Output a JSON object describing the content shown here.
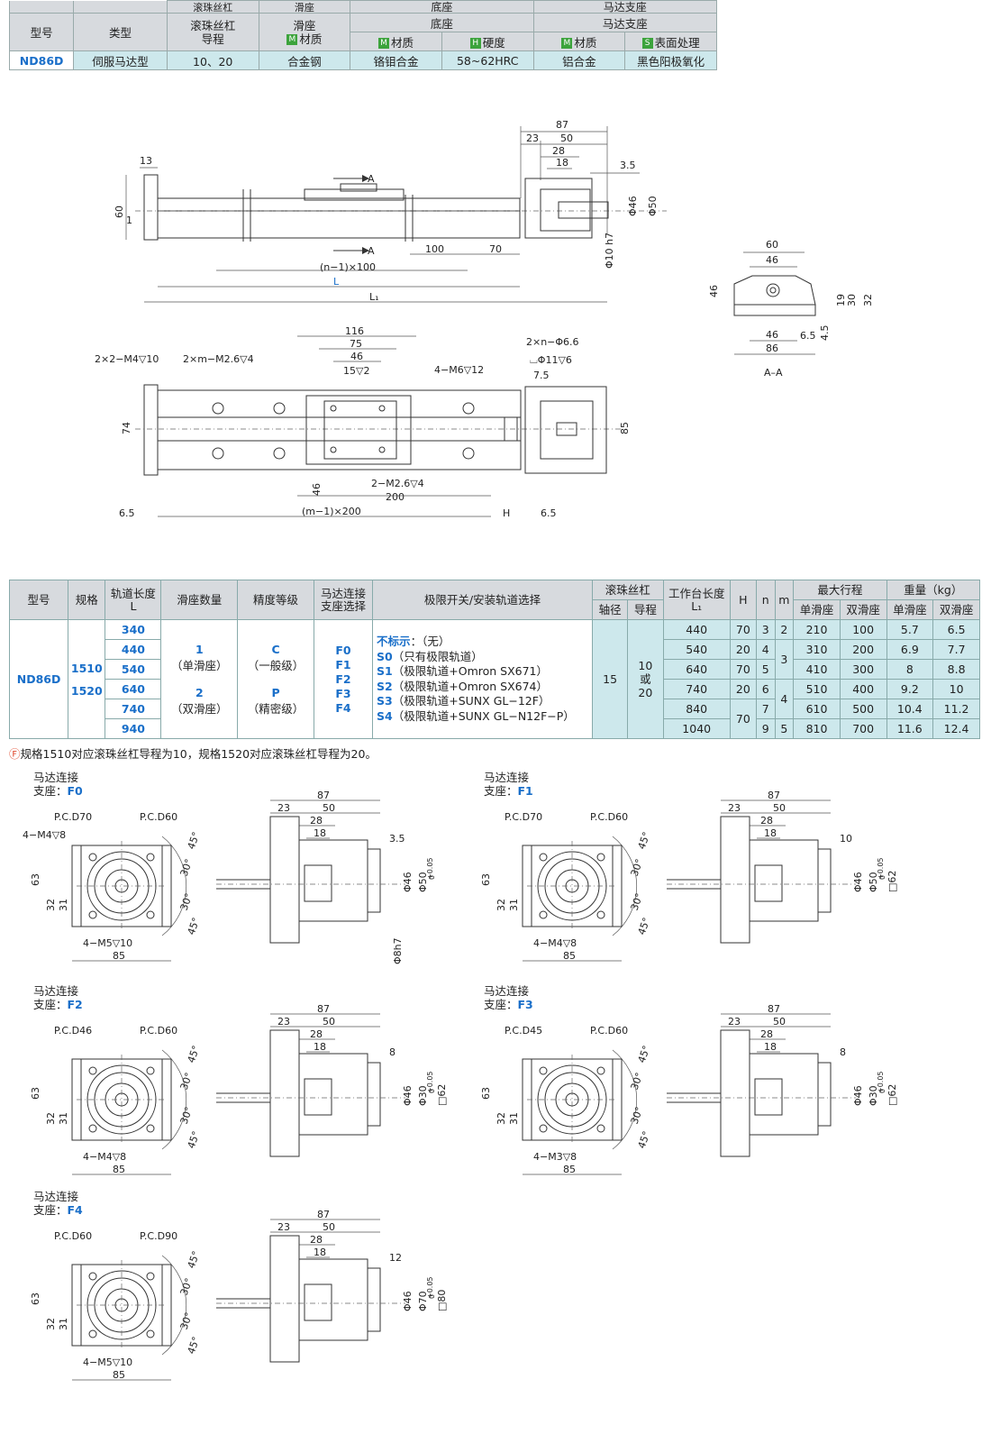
{
  "top_table": {
    "cut_header": [
      "滚珠丝杠",
      "滑座",
      "底座",
      "马达支座"
    ],
    "h_model": "型号",
    "h_type": "类型",
    "h_screw": "滚珠丝杠\n导程",
    "h_slider": "滑座",
    "h_slider_sub": "材质",
    "h_base": "底座",
    "h_motor": "马达支座",
    "h_base_mat": "材质",
    "h_base_hard": "硬度",
    "h_motor_mat": "材质",
    "h_motor_surf": "表面处理",
    "tag_m": "M",
    "tag_h": "H",
    "tag_s": "S",
    "row": [
      "ND86D",
      "伺服马达型",
      "10、20",
      "合金钢",
      "铬钼合金",
      "58~62HRC",
      "铝合金",
      "黑色阳极氧化"
    ]
  },
  "drawing_main": {
    "dims": [
      "87",
      "23",
      "50",
      "28",
      "18",
      "3.5",
      "13",
      "60",
      "1",
      "A",
      "A",
      "100",
      "70",
      "(n−1)×100",
      "L",
      "L₁",
      "Φ46",
      "Φ50",
      "+0.05",
      "0",
      "Φ10 h7"
    ],
    "section": {
      "title": "A–A",
      "dims": [
        "60",
        "46",
        "46",
        "86",
        "46",
        "6.5",
        "4.5",
        "19",
        "30",
        "32"
      ]
    }
  },
  "drawing_top": {
    "dims": [
      "116",
      "75",
      "46",
      "15▽2",
      "2×n−Φ6.6",
      "⌴Φ11▽6",
      "2×2−M4▽10",
      "2×m−M2.6▽4",
      "4−M6▽12",
      "7.5",
      "74",
      "85",
      "46",
      "2−M2.6▽4",
      "200",
      "(m−1)×200",
      "H",
      "6.5",
      "6.5"
    ]
  },
  "spec_table": {
    "headers": {
      "model": "型号",
      "spec": "规格",
      "rail": "轨道长度",
      "rail_sub": "L",
      "sliders": "滑座数量",
      "accuracy": "精度等级",
      "motor": "马达连接\n支座选择",
      "limit": "极限开关/安装轨道选择",
      "screw": "滚珠丝杠",
      "screw_d": "轴径",
      "screw_lead": "导程",
      "table_len": "工作台长度",
      "table_len_sub": "L₁",
      "H": "H",
      "n": "n",
      "m": "m",
      "stroke": "最大行程",
      "stroke_single": "单滑座",
      "stroke_double": "双滑座",
      "weight": "重量（kg）",
      "weight_single": "单滑座",
      "weight_double": "双滑座"
    },
    "model": "ND86D",
    "specs": [
      "1510",
      "1520"
    ],
    "rail_lengths": [
      "340",
      "440",
      "540",
      "640",
      "740",
      "940"
    ],
    "sliders": [
      "1",
      "（单滑座）",
      "2",
      "（双滑座）"
    ],
    "accuracy": [
      "C",
      "（一般级）",
      "P",
      "（精密级）"
    ],
    "motor": [
      "F0",
      "F1",
      "F2",
      "F3",
      "F4"
    ],
    "limit_options": [
      {
        "code": "不标示",
        "desc": "：（无）"
      },
      {
        "code": "S0",
        "desc": "（只有极限轨道）"
      },
      {
        "code": "S1",
        "desc": "（极限轨道+Omron SX671）"
      },
      {
        "code": "S2",
        "desc": "（极限轨道+Omron SX674）"
      },
      {
        "code": "S3",
        "desc": "（极限轨道+SUNX GL−12F）"
      },
      {
        "code": "S4",
        "desc": "（极限轨道+SUNX GL−N12F−P）"
      }
    ],
    "screw_d": "15",
    "screw_lead": "10\n或\n20",
    "rows": [
      {
        "L1": "440",
        "H": "70",
        "n": "3",
        "m": "2",
        "ss": "210",
        "sd": "100",
        "ws": "5.7",
        "wd": "6.5"
      },
      {
        "L1": "540",
        "H": "20",
        "n": "4",
        "m": "3",
        "ss": "310",
        "sd": "200",
        "ws": "6.9",
        "wd": "7.7"
      },
      {
        "L1": "640",
        "H": "70",
        "n": "5",
        "m": "",
        "ss": "410",
        "sd": "300",
        "ws": "8",
        "wd": "8.8"
      },
      {
        "L1": "740",
        "H": "20",
        "n": "6",
        "m": "4",
        "ss": "510",
        "sd": "400",
        "ws": "9.2",
        "wd": "10"
      },
      {
        "L1": "840",
        "H": "70",
        "n": "7",
        "m": "",
        "ss": "610",
        "sd": "500",
        "ws": "10.4",
        "wd": "11.2"
      },
      {
        "L1": "1040",
        "H": "",
        "n": "9",
        "m": "5",
        "ss": "810",
        "sd": "700",
        "ws": "11.6",
        "wd": "12.4"
      }
    ],
    "note_mark": "Ⓕ",
    "note": "规格1510对应滚珠丝杠导程为10，规格1520对应滚珠丝杠导程为20。"
  },
  "motor_mounts": {
    "label_a": "马达连接",
    "label_b": "支座：",
    "items": [
      {
        "code": "F0",
        "pcd1": "P.C.D70",
        "pcd2": "P.C.D60",
        "holes1": "4−M4▽8",
        "holes2": "4−M5▽10",
        "right": "3.5",
        "shaft": "Φ8h7",
        "d1": "Φ46",
        "d2": "Φ50",
        "sq": ""
      },
      {
        "code": "F1",
        "pcd1": "P.C.D70",
        "pcd2": "P.C.D60",
        "holes1": "",
        "holes2": "4−M4▽8",
        "right": "10",
        "shaft": "",
        "d1": "Φ46",
        "d2": "Φ50",
        "sq": "□62"
      },
      {
        "code": "F2",
        "pcd1": "P.C.D46",
        "pcd2": "P.C.D60",
        "holes1": "",
        "holes2": "4−M4▽8",
        "right": "8",
        "shaft": "",
        "d1": "Φ46",
        "d2": "Φ30",
        "sq": "□62"
      },
      {
        "code": "F3",
        "pcd1": "P.C.D45",
        "pcd2": "P.C.D60",
        "holes1": "",
        "holes2": "4−M3▽8",
        "right": "8",
        "shaft": "",
        "d1": "Φ46",
        "d2": "Φ30",
        "sq": "□62"
      },
      {
        "code": "F4",
        "pcd1": "P.C.D60",
        "pcd2": "P.C.D90",
        "holes1": "",
        "holes2": "4−M5▽10",
        "right": "12",
        "shaft": "",
        "d1": "Φ46",
        "d2": "Φ70",
        "sq": "□80"
      }
    ],
    "common": {
      "d87": "87",
      "d23": "23",
      "d50": "50",
      "d28": "28",
      "d18": "18",
      "h63": "63",
      "h32": "32",
      "h31": "31",
      "w85": "85",
      "a45": "45°",
      "a30": "30°",
      "tol": "+0.05",
      "tol0": "0"
    }
  }
}
